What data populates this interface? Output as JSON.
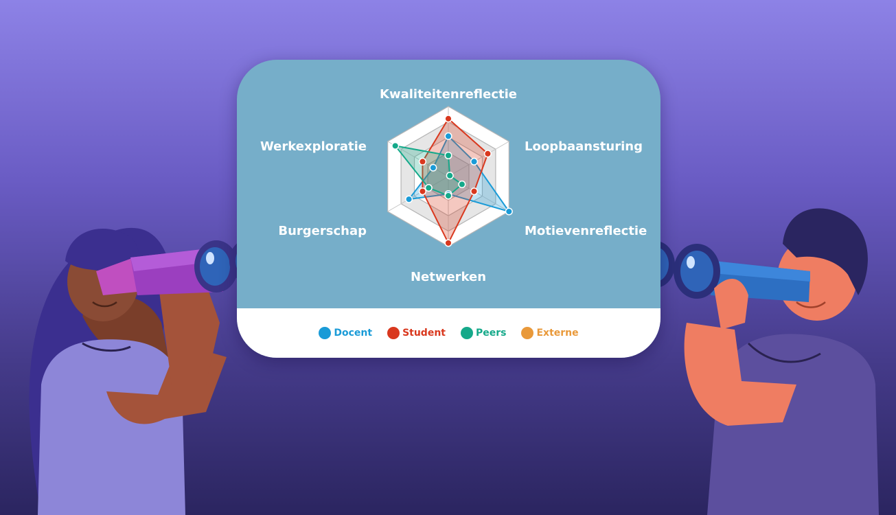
{
  "chart_data": {
    "type": "radar",
    "axes": [
      "Kwaliteitenreflectie",
      "Loopbaansturing",
      "Motievenreflectie",
      "Netwerken",
      "Burgerschap",
      "Werkexploratie"
    ],
    "rmax": 4,
    "series": [
      {
        "name": "Docent",
        "color": "#1a9bd7",
        "values": [
          2.3,
          1.7,
          4.0,
          1.0,
          2.6,
          1.0
        ]
      },
      {
        "name": "Student",
        "color": "#d9381e",
        "values": [
          3.3,
          2.6,
          1.7,
          3.8,
          1.7,
          1.7
        ]
      },
      {
        "name": "Peers",
        "color": "#15a98a",
        "values": [
          1.2,
          0.1,
          0.9,
          1.1,
          1.3,
          3.5
        ]
      },
      {
        "name": "Externe",
        "color": "#e9993a",
        "values": []
      }
    ]
  },
  "legend": [
    {
      "label": "Docent",
      "color": "#1a9bd7"
    },
    {
      "label": "Student",
      "color": "#d9381e"
    },
    {
      "label": "Peers",
      "color": "#15a98a"
    },
    {
      "label": "Externe",
      "color": "#e9993a"
    }
  ]
}
